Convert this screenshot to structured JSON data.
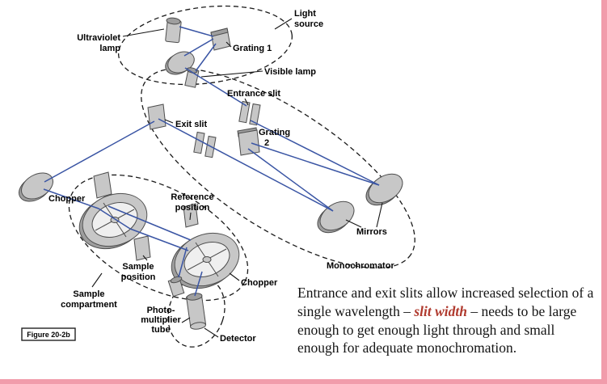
{
  "diagram": {
    "figure_tag": "Figure 20-2b",
    "labels": {
      "light_source": [
        "Light",
        "source"
      ],
      "ultraviolet_lamp": [
        "Ultraviolet",
        "lamp"
      ],
      "grating_1": [
        "Grating 1"
      ],
      "visible_lamp": [
        "Visible lamp"
      ],
      "entrance_slit": [
        "Entrance slit"
      ],
      "exit_slit": [
        "Exit slit"
      ],
      "grating_2": [
        "Grating",
        "2"
      ],
      "chopper_left": [
        "Chopper"
      ],
      "reference_position": [
        "Reference",
        "position"
      ],
      "mirrors": [
        "Mirrors"
      ],
      "monochromator": [
        "Monochromator"
      ],
      "sample_position": [
        "Sample",
        "position"
      ],
      "sample_compartment": [
        "Sample",
        "compartment"
      ],
      "chopper_right": [
        "Chopper"
      ],
      "photomultiplier_tube": [
        "Photo-",
        "multiplier",
        "tube"
      ],
      "detector": [
        "Detector"
      ]
    }
  },
  "caption": {
    "before": "Entrance and exit slits allow increased selection of a single wavelength – ",
    "emphasis": "slit width",
    "after": " – needs to be large enough to get enough light through and small enough for adequate monochromation."
  },
  "colors": {
    "beam": "#3a55a4",
    "emphasis": "#b03a2e",
    "accent": "#f19cab"
  }
}
